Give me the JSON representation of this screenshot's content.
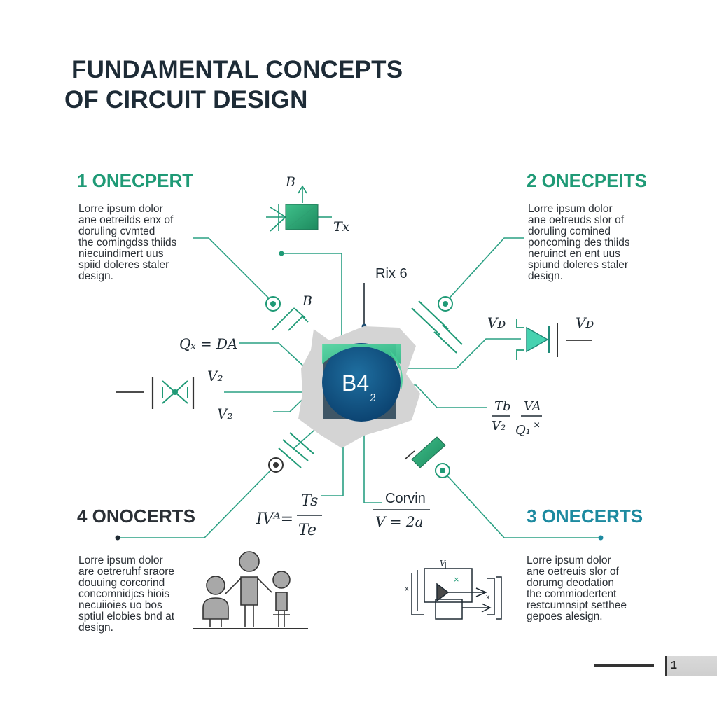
{
  "title": {
    "line1": "FUNDAMENTAL CONCEPTS",
    "line2": "OF CIRCUIT DESIGN"
  },
  "concepts": [
    {
      "heading": "1 ONECPERT",
      "text": "Lorre ipsum dolor\nane oetreilds enx of\ndoruling cvmted\nthe comingdss thiids\nniecuindimert uus\nspiid doleres staler\ndesign."
    },
    {
      "heading": "2 ONECPEITS",
      "text": "Lorre ipsum dolor\nane oetreuds slor of\ndoruling comined\nponcoming des thiids\nneruinct en ent uus\nspiund doleres staler\ndesign."
    },
    {
      "heading": "3 ONECERTS",
      "text": "Lorre ipsum dolor\nane oetreuis slor of\ndorumg deodation\nthe commiodertent\nrestcumnsipt setthee\ngepoes alesign."
    },
    {
      "heading": "4 ONOCERTS",
      "text": "Lorre ipsum dolor\nare oetreruhf sraore\ndouuing corcorind\nconcomnidjcs hiois\nnecuiioies uo bos\nsptiul elobies bnd at\ndesign."
    }
  ],
  "center": {
    "label": "B4",
    "subscript": "2"
  },
  "labels": {
    "b_top": "B",
    "tx": "Tx",
    "rix": "Rix 6",
    "b_mid": "B",
    "q_eq": "Qₓ = DA",
    "v2_a": "V₂",
    "v2_b": "V₂",
    "vd_left": "Vᴅ",
    "vd_right": "Vᴅ",
    "frac_tb": "Tb",
    "frac_v2": "V₂",
    "frac_va": "VA",
    "frac_q1": "Q₁",
    "frac_x": "×",
    "iv_lhs": "IVᴬ=",
    "iv_ts": "Ts",
    "iv_te": "Te",
    "corvin": "Corvin",
    "v_eq": "V = 2a",
    "op_vx": "V",
    "op_x": "×",
    "op_x2": "x",
    "op_side": "x"
  },
  "page_number": "1",
  "colors": {
    "teal": "#1f9a76",
    "blue": "#1d8aa0",
    "dark_blue": "#0f4f7a",
    "mint": "#46d29a",
    "gray": "#cfcfcf"
  }
}
